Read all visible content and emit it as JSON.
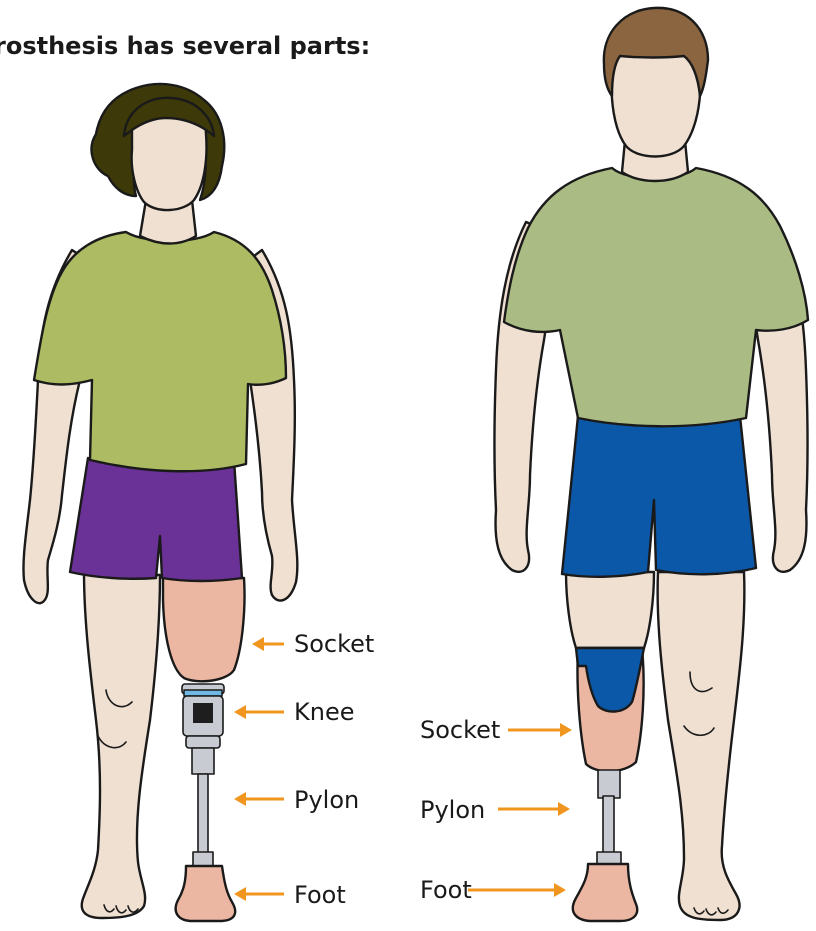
{
  "heading": "rosthesis has several parts:",
  "colors": {
    "skin": "#f0e0d2",
    "shirt_left": "#adbb62",
    "shirt_right": "#aabc83",
    "shorts_left": "#6a3196",
    "shorts_right": "#0b57a8",
    "hair_left": "#3e3908",
    "hair_right": "#8a6540",
    "prosthetic": "#ebb7a2",
    "arrow": "#f0961e",
    "outline": "#1a1a1a"
  },
  "left_figure": {
    "labels": {
      "socket": "Socket",
      "knee": "Knee",
      "pylon": "Pylon",
      "foot": "Foot"
    }
  },
  "right_figure": {
    "labels": {
      "socket": "Socket",
      "pylon": "Pylon",
      "foot": "Foot"
    }
  }
}
